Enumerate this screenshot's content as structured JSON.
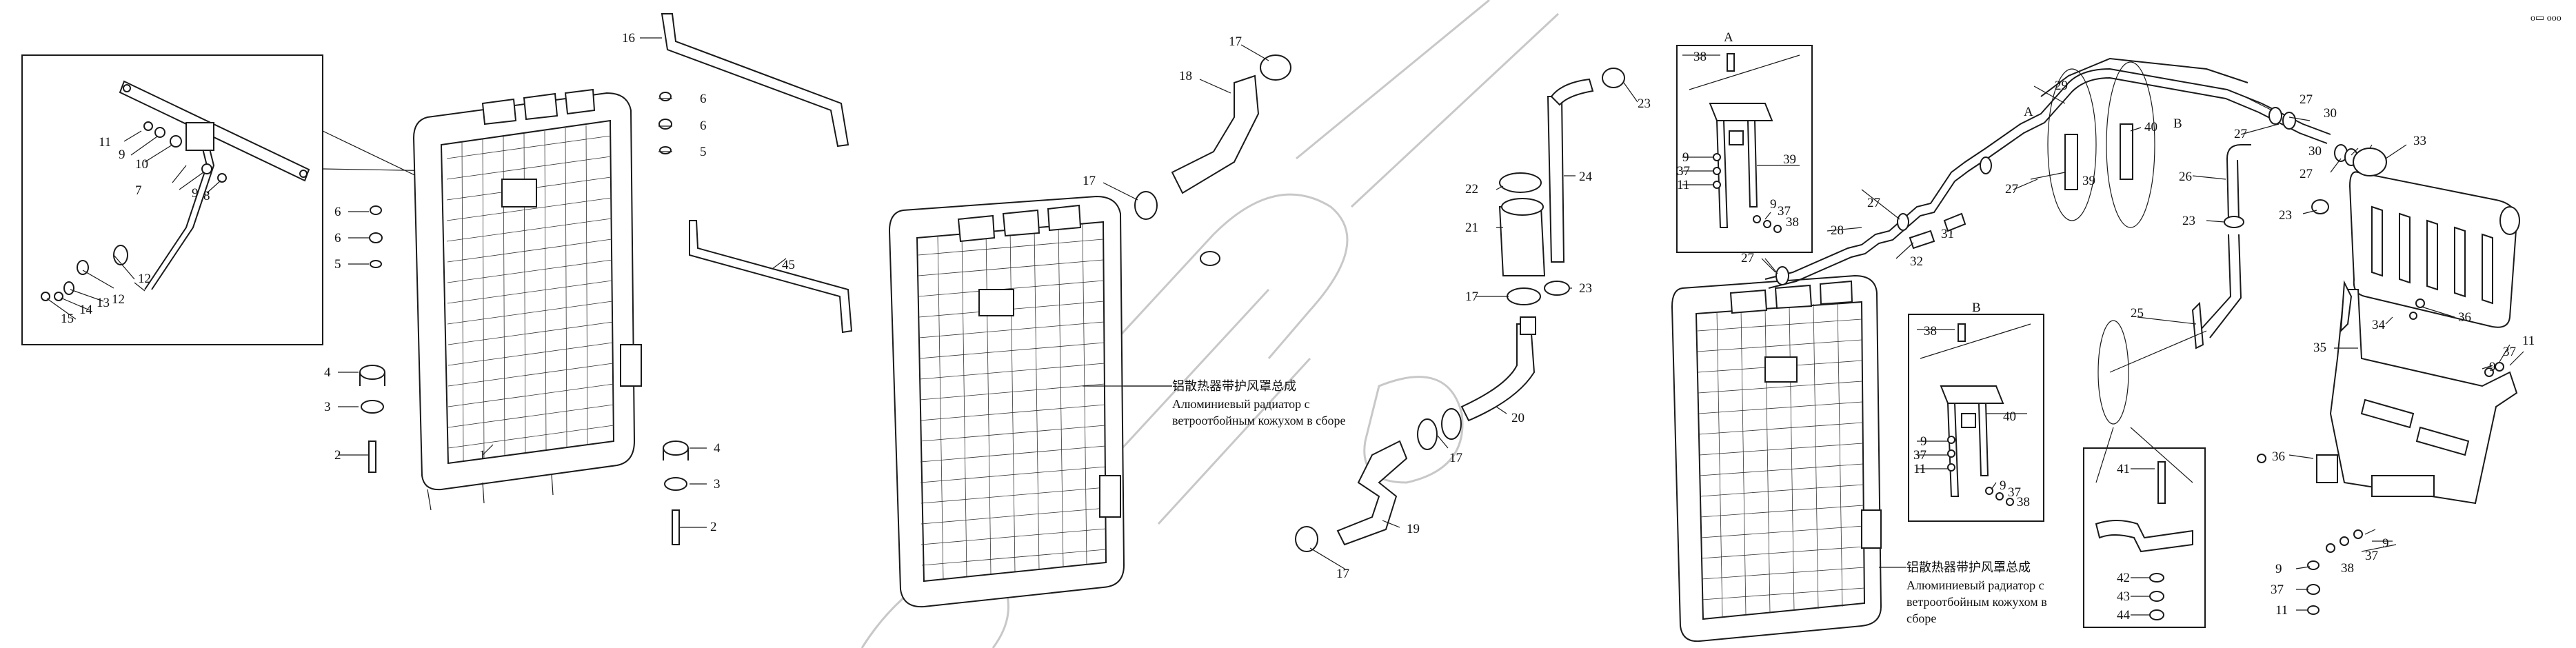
{
  "corner_label": "o▭ ooo",
  "captions": {
    "middle": {
      "cn": "铝散热器带护风罩总成",
      "ru1": "Алюминиевый радиатор с",
      "ru2": "ветроотбойным кожухом в сборе"
    },
    "right": {
      "cn": "铝散热器带护风罩总成",
      "ru1": "Алюминиевый радиатор с",
      "ru2": "ветроотбойным кожухом в",
      "ru3": "сборе"
    }
  },
  "insets": {
    "a_label": "A",
    "b_label": "B",
    "a_top_label": "A",
    "b_top_label": "B"
  },
  "callouts": {
    "left": [
      "16",
      "6",
      "6",
      "5",
      "6",
      "6",
      "5",
      "4",
      "3",
      "2",
      "1",
      "45",
      "4",
      "3",
      "2",
      "11",
      "9",
      "10",
      "7",
      "9",
      "8",
      "12",
      "12",
      "13",
      "14",
      "15"
    ],
    "middle": [
      "17",
      "18",
      "17",
      "22",
      "21",
      "17",
      "23",
      "24",
      "23",
      "20",
      "17",
      "19",
      "17"
    ],
    "inset_a": [
      "38",
      "9",
      "37",
      "11",
      "39",
      "9",
      "37",
      "38"
    ],
    "inset_b": [
      "38",
      "40",
      "9",
      "37",
      "11",
      "9",
      "37",
      "38"
    ],
    "right": [
      "27",
      "28",
      "27",
      "32",
      "31",
      "29",
      "39",
      "40",
      "27",
      "30",
      "27",
      "27",
      "30",
      "27",
      "33",
      "26",
      "23",
      "23",
      "25",
      "34",
      "36",
      "35",
      "37",
      "11",
      "9",
      "36",
      "9",
      "37",
      "38",
      "9",
      "37",
      "11",
      "41",
      "42",
      "43",
      "44",
      "27"
    ]
  }
}
